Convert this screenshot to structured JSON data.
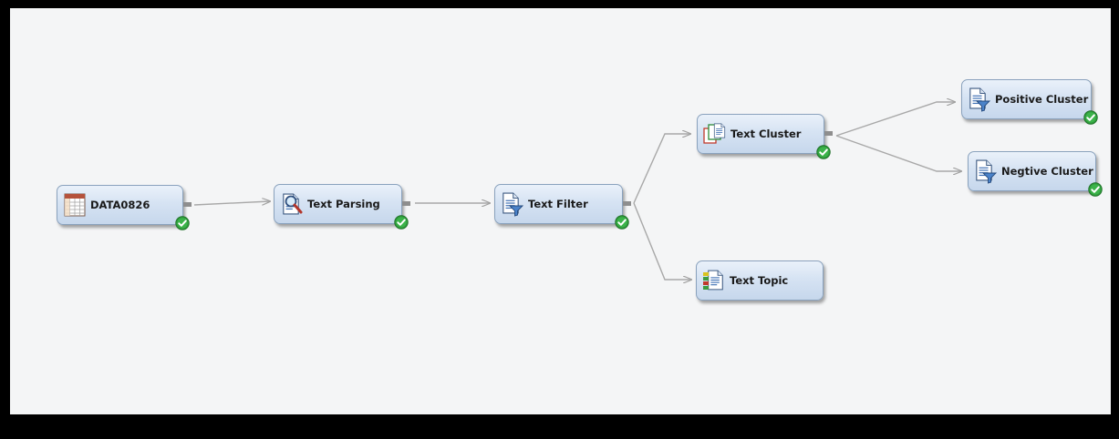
{
  "nodes": [
    {
      "id": "data0826",
      "label": "DATA0826",
      "icon": "data-table-icon"
    },
    {
      "id": "text-parsing",
      "label": "Text Parsing",
      "icon": "text-parsing-icon"
    },
    {
      "id": "text-filter",
      "label": "Text Filter",
      "icon": "text-filter-icon"
    },
    {
      "id": "text-cluster",
      "label": "Text Cluster",
      "icon": "text-cluster-icon"
    },
    {
      "id": "text-topic",
      "label": "Text Topic",
      "icon": "text-topic-icon"
    },
    {
      "id": "positive-cluster",
      "label": "Positive Cluster",
      "icon": "filter-icon"
    },
    {
      "id": "negtive-cluster",
      "label": "Negtive Cluster",
      "icon": "filter-icon"
    }
  ],
  "connections": [
    [
      "data0826",
      "text-parsing"
    ],
    [
      "text-parsing",
      "text-filter"
    ],
    [
      "text-filter",
      "text-cluster"
    ],
    [
      "text-filter",
      "text-topic"
    ],
    [
      "text-cluster",
      "positive-cluster"
    ],
    [
      "text-cluster",
      "negtive-cluster"
    ]
  ],
  "status": {
    "completed_icon": "green-check-icon"
  },
  "colors": {
    "canvas": "#f4f5f6",
    "node_border": "#8aa2bd",
    "node_fill": "#d6e3f3",
    "link": "#a8a8a8",
    "check": "#2e9a3a",
    "frame": "#000000"
  }
}
